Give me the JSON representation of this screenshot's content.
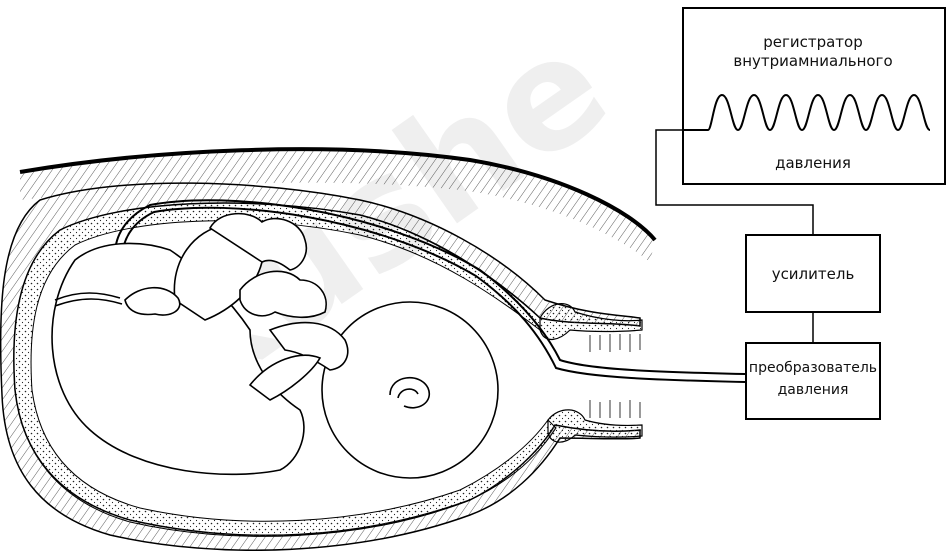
{
  "diagram": {
    "recorder": {
      "line1": "регистратор",
      "line2": "внутриамниального",
      "line3": "давления"
    },
    "amplifier": {
      "label": "усилитель"
    },
    "transducer": {
      "line1": "преобразователь",
      "line2": "давления"
    },
    "watermark": "akushe"
  }
}
